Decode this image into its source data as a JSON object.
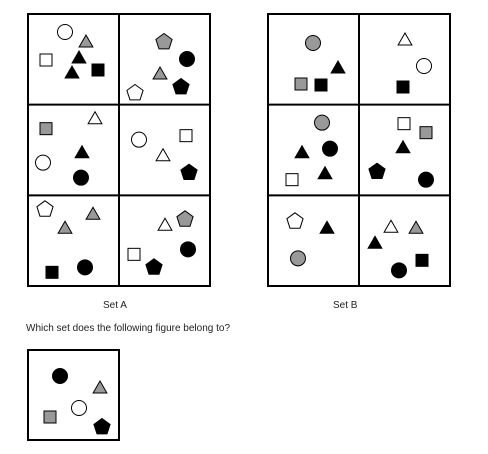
{
  "set_a_label": "Set A",
  "set_b_label": "Set B",
  "question": "Which set does the following figure belong to?",
  "colors": {
    "black": "#000000",
    "gray": "#999999",
    "white": "#ffffff",
    "outline": "#000000"
  },
  "set_a_cells": [
    [
      {
        "shape": "circle",
        "fill": "white"
      },
      {
        "shape": "triangle",
        "fill": "gray"
      },
      {
        "shape": "square",
        "fill": "white"
      },
      {
        "shape": "triangle",
        "fill": "black"
      },
      {
        "shape": "triangle",
        "fill": "black"
      },
      {
        "shape": "square",
        "fill": "black"
      }
    ],
    [
      {
        "shape": "pentagon",
        "fill": "gray"
      },
      {
        "shape": "circle",
        "fill": "black"
      },
      {
        "shape": "triangle",
        "fill": "gray"
      },
      {
        "shape": "pentagon",
        "fill": "white"
      },
      {
        "shape": "pentagon",
        "fill": "black"
      }
    ],
    [
      {
        "shape": "square",
        "fill": "gray"
      },
      {
        "shape": "triangle",
        "fill": "white"
      },
      {
        "shape": "triangle",
        "fill": "black"
      },
      {
        "shape": "circle",
        "fill": "white"
      },
      {
        "shape": "circle",
        "fill": "black"
      }
    ],
    [
      {
        "shape": "circle",
        "fill": "white"
      },
      {
        "shape": "square",
        "fill": "white"
      },
      {
        "shape": "triangle",
        "fill": "white"
      },
      {
        "shape": "pentagon",
        "fill": "black"
      }
    ],
    [
      {
        "shape": "pentagon",
        "fill": "white"
      },
      {
        "shape": "triangle",
        "fill": "gray"
      },
      {
        "shape": "triangle",
        "fill": "gray"
      },
      {
        "shape": "square",
        "fill": "black"
      },
      {
        "shape": "circle",
        "fill": "black"
      }
    ],
    [
      {
        "shape": "triangle",
        "fill": "white"
      },
      {
        "shape": "pentagon",
        "fill": "gray"
      },
      {
        "shape": "square",
        "fill": "white"
      },
      {
        "shape": "circle",
        "fill": "black"
      },
      {
        "shape": "pentagon",
        "fill": "black"
      }
    ]
  ],
  "set_b_cells": [
    [
      {
        "shape": "circle",
        "fill": "gray"
      },
      {
        "shape": "triangle",
        "fill": "black"
      },
      {
        "shape": "square",
        "fill": "gray"
      },
      {
        "shape": "square",
        "fill": "black"
      }
    ],
    [
      {
        "shape": "triangle",
        "fill": "white"
      },
      {
        "shape": "circle",
        "fill": "white"
      },
      {
        "shape": "square",
        "fill": "black"
      }
    ],
    [
      {
        "shape": "circle",
        "fill": "gray"
      },
      {
        "shape": "triangle",
        "fill": "black"
      },
      {
        "shape": "circle",
        "fill": "black"
      },
      {
        "shape": "square",
        "fill": "white"
      },
      {
        "shape": "triangle",
        "fill": "black"
      }
    ],
    [
      {
        "shape": "square",
        "fill": "white"
      },
      {
        "shape": "square",
        "fill": "gray"
      },
      {
        "shape": "triangle",
        "fill": "black"
      },
      {
        "shape": "pentagon",
        "fill": "black"
      },
      {
        "shape": "circle",
        "fill": "black"
      }
    ],
    [
      {
        "shape": "pentagon",
        "fill": "white"
      },
      {
        "shape": "triangle",
        "fill": "black"
      },
      {
        "shape": "circle",
        "fill": "gray"
      }
    ],
    [
      {
        "shape": "triangle",
        "fill": "white"
      },
      {
        "shape": "triangle",
        "fill": "gray"
      },
      {
        "shape": "triangle",
        "fill": "black"
      },
      {
        "shape": "square",
        "fill": "black"
      },
      {
        "shape": "circle",
        "fill": "black"
      }
    ]
  ],
  "test_figure": [
    {
      "shape": "circle",
      "fill": "black"
    },
    {
      "shape": "triangle",
      "fill": "gray"
    },
    {
      "shape": "circle",
      "fill": "white"
    },
    {
      "shape": "square",
      "fill": "gray"
    },
    {
      "shape": "pentagon",
      "fill": "black"
    }
  ]
}
